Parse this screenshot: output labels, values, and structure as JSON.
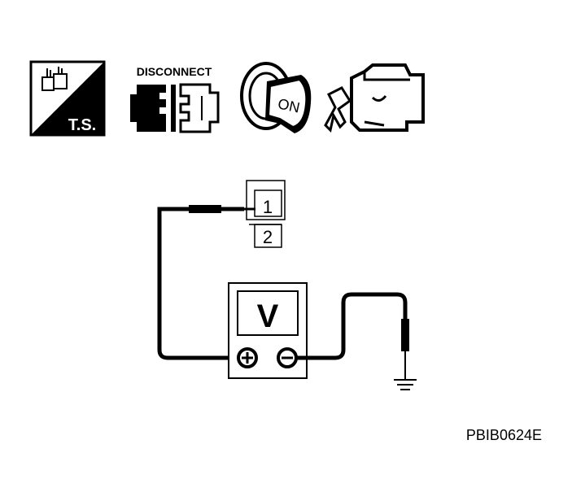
{
  "icons": {
    "ts": {
      "icon": "ts-icon",
      "label": "T.S."
    },
    "disconnect": {
      "icon": "disconnect-connector-icon",
      "label": "DISCONNECT"
    },
    "ignition": {
      "icon": "ignition-key-on-icon",
      "label": "ON"
    },
    "engine": {
      "icon": "engine-stopped-icon"
    }
  },
  "connector": {
    "terminals": [
      "1",
      "2"
    ]
  },
  "voltmeter": {
    "display": "V",
    "positive_terminal": "+",
    "negative_terminal": "−"
  },
  "ground": {
    "icon": "ground-symbol-icon"
  },
  "figure_id": "PBIB0624E"
}
